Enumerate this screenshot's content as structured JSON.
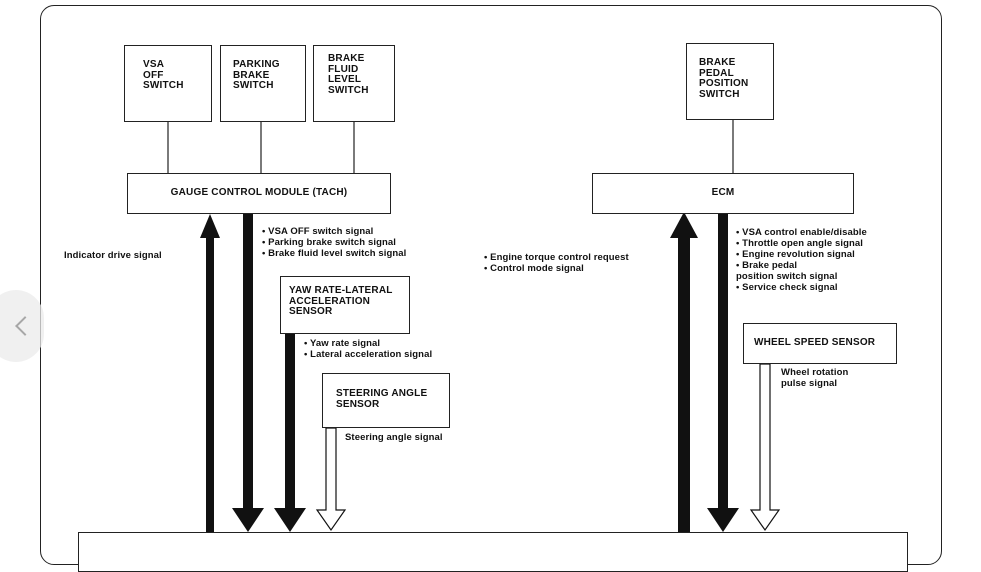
{
  "switches": {
    "vsa_off": "VSA\nOFF\nSWITCH",
    "parking_brake": "PARKING\nBRAKE\nSWITCH",
    "brake_fluid_level": "BRAKE\nFLUID\nLEVEL\nSWITCH",
    "brake_pedal_position": "BRAKE\nPEDAL\nPOSITION\nSWITCH"
  },
  "modules": {
    "gauge_control": "GAUGE CONTROL MODULE (TACH)",
    "ecm": "ECM"
  },
  "sensors": {
    "yaw_rate": "YAW RATE-LATERAL\nACCELERATION\nSENSOR",
    "steering_angle": "STEERING ANGLE\nSENSOR",
    "wheel_speed": "WHEEL SPEED SENSOR"
  },
  "signals": {
    "indicator_drive": "Indicator drive signal",
    "gauge_to_vsa": "• VSA OFF switch signal\n• Parking brake switch signal\n• Brake fluid level switch signal",
    "yaw_outputs": "• Yaw rate signal\n• Lateral acceleration signal",
    "steering_angle": "Steering angle signal",
    "engine_requests": "• Engine torque control request\n• Control mode signal",
    "ecm_to_vsa": "• VSA control enable/disable\n• Throttle open angle signal\n• Engine revolution signal\n• Brake pedal\n   position switch signal\n• Service check signal",
    "wheel_rotation": "Wheel rotation\npulse signal"
  }
}
